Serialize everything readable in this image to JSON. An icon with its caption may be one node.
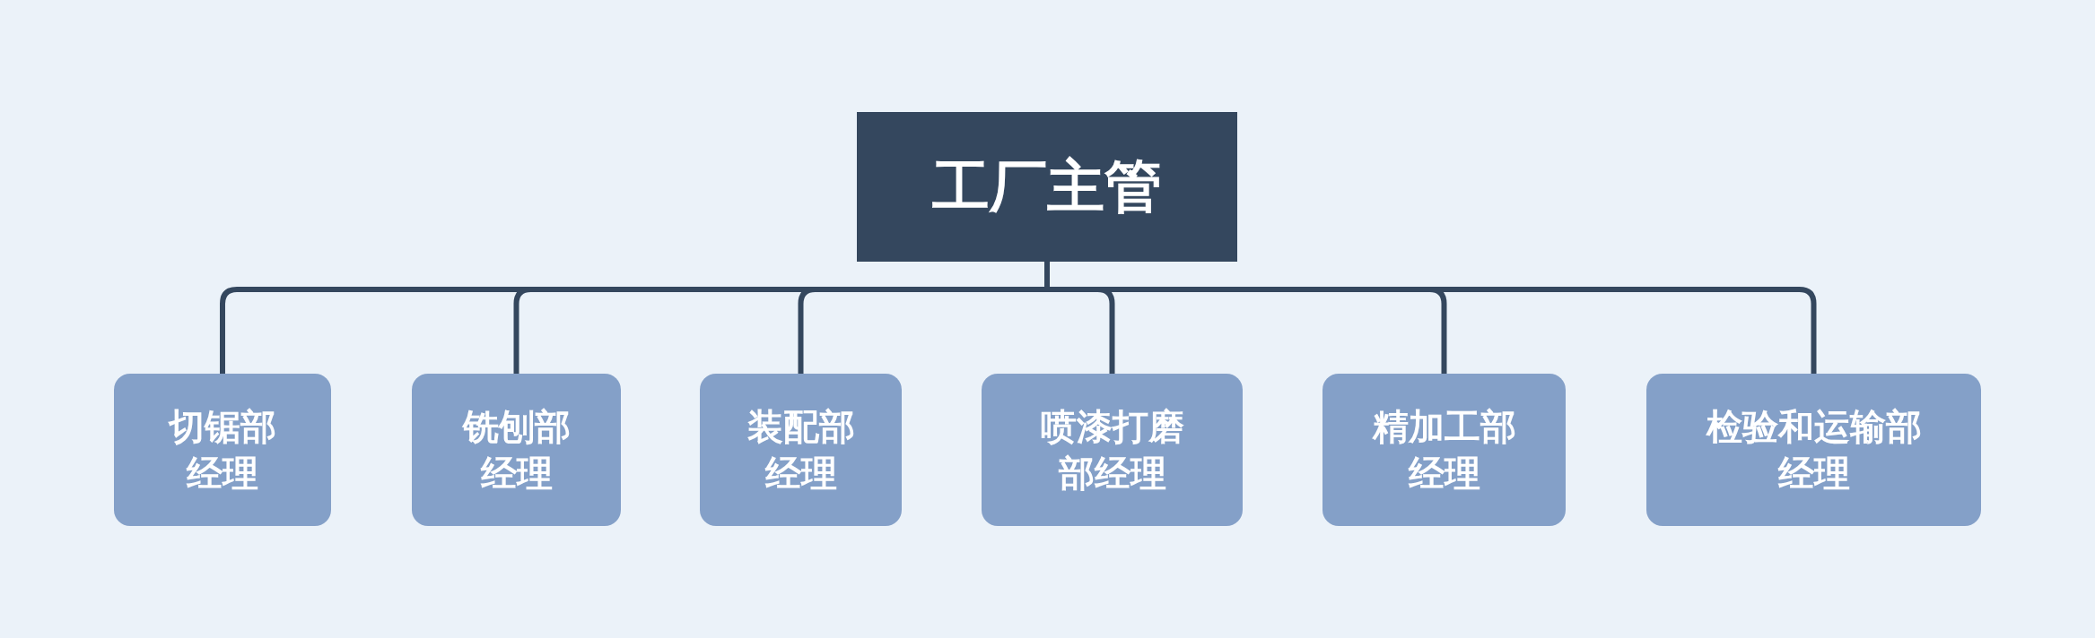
{
  "diagram": {
    "nodes": [
      {
        "text": [
          "工厂主管"
        ]
      },
      {
        "text": [
          "切锯部经理"
        ]
      },
      {
        "text": [
          "铣刨部经理"
        ]
      },
      {
        "text": [
          "装配部经理"
        ]
      },
      {
        "text": [
          "喷漆打磨部经理"
        ]
      },
      {
        "text": [
          "精加工部经理"
        ]
      },
      {
        "text": [
          "检验和运输部经理"
        ]
      }
    ],
    "edges": [
      {
        "from": 0,
        "to": 1,
        "arrow": "none"
      },
      {
        "from": 0,
        "to": 2,
        "arrow": "none"
      },
      {
        "from": 0,
        "to": 3,
        "arrow": "none"
      },
      {
        "from": 0,
        "to": 4,
        "arrow": "none"
      },
      {
        "from": 0,
        "to": 5,
        "arrow": "none"
      },
      {
        "from": 0,
        "to": 6,
        "arrow": "none"
      }
    ]
  }
}
